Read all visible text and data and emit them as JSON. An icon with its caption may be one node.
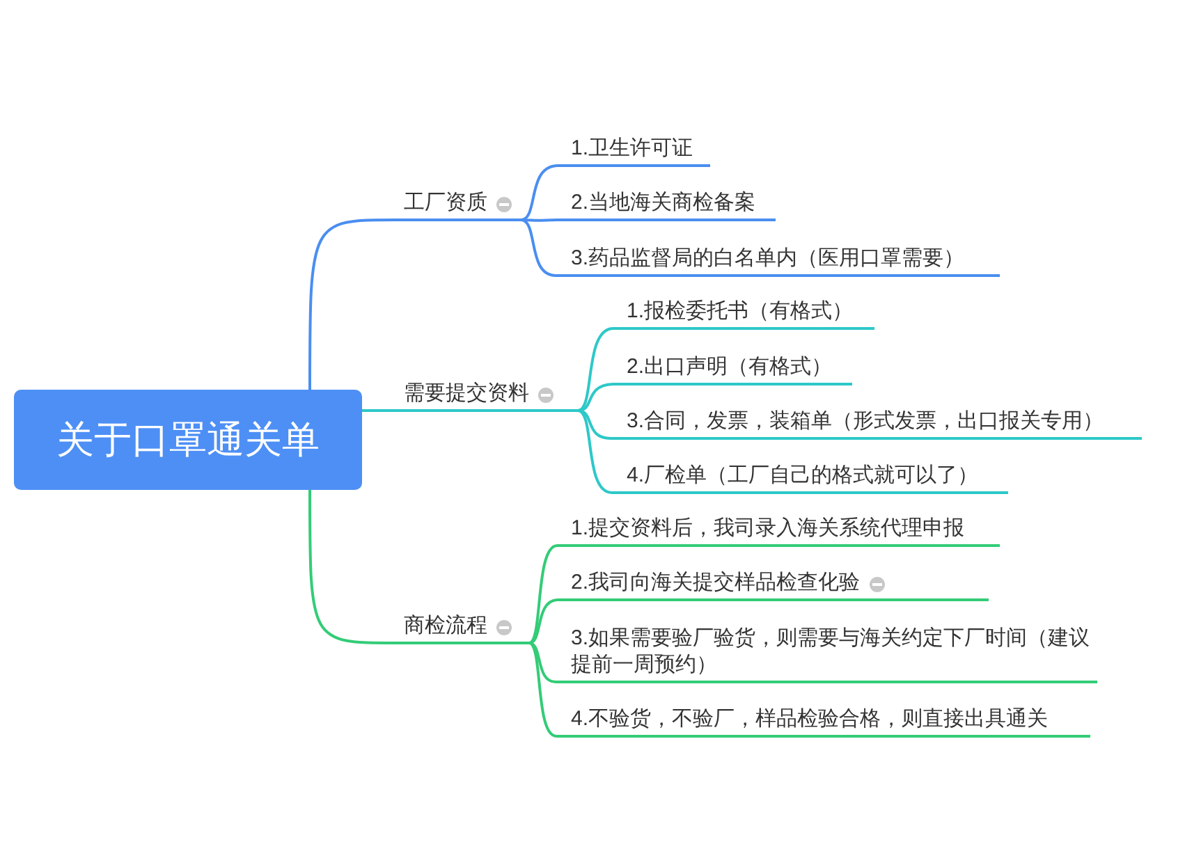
{
  "diagram": {
    "nodes": [
      {
        "text": [
          "关于口罩通关单"
        ]
      },
      {
        "text": [
          "工厂资质"
        ]
      },
      {
        "text": [
          "1.卫生许可证"
        ]
      },
      {
        "text": [
          "2.当地海关商检备案"
        ]
      },
      {
        "text": [
          "3.药品监督局的白名单内（医用口罩需要）"
        ]
      },
      {
        "text": [
          "需要提交资料"
        ]
      },
      {
        "text": [
          "1.报检委托书（有格式）"
        ]
      },
      {
        "text": [
          "2.出口声明（有格式）"
        ]
      },
      {
        "text": [
          "3.合同，发票，装箱单（形式发票，出口报关专用）"
        ]
      },
      {
        "text": [
          "4.厂检单（工厂自己的格式就可以了）"
        ]
      },
      {
        "text": [
          "商检流程"
        ]
      },
      {
        "text": [
          "1.提交资料后，我司录入海关系统代理申报"
        ]
      },
      {
        "text": [
          "2.我司向海关提交样品检查化验"
        ]
      },
      {
        "text": [
          "3.如果需要验厂验货，则需要与海关约定下厂时间（建议提前一周预约）"
        ]
      },
      {
        "text": [
          "4.不验货，不验厂，样品检验合格，则直接出具通关"
        ]
      }
    ],
    "edges": [
      {
        "from": 0,
        "to": 1,
        "arrow": "none",
        "color": "#4a8ef0"
      },
      {
        "from": 1,
        "to": 2,
        "arrow": "none",
        "color": "#4a8ef0"
      },
      {
        "from": 1,
        "to": 3,
        "arrow": "none",
        "color": "#4a8ef0"
      },
      {
        "from": 1,
        "to": 4,
        "arrow": "none",
        "color": "#4a8ef0"
      },
      {
        "from": 0,
        "to": 5,
        "arrow": "none",
        "color": "#2ec8c8"
      },
      {
        "from": 5,
        "to": 6,
        "arrow": "none",
        "color": "#2ec8c8"
      },
      {
        "from": 5,
        "to": 7,
        "arrow": "none",
        "color": "#2ec8c8"
      },
      {
        "from": 5,
        "to": 8,
        "arrow": "none",
        "color": "#2ec8c8"
      },
      {
        "from": 5,
        "to": 9,
        "arrow": "none",
        "color": "#2ec8c8"
      },
      {
        "from": 0,
        "to": 10,
        "arrow": "none",
        "color": "#33cc77"
      },
      {
        "from": 10,
        "to": 11,
        "arrow": "none",
        "color": "#33cc77"
      },
      {
        "from": 10,
        "to": 12,
        "arrow": "none",
        "color": "#33cc77"
      },
      {
        "from": 10,
        "to": 13,
        "arrow": "none",
        "color": "#33cc77"
      },
      {
        "from": 10,
        "to": 14,
        "arrow": "none",
        "color": "#33cc77"
      }
    ]
  }
}
